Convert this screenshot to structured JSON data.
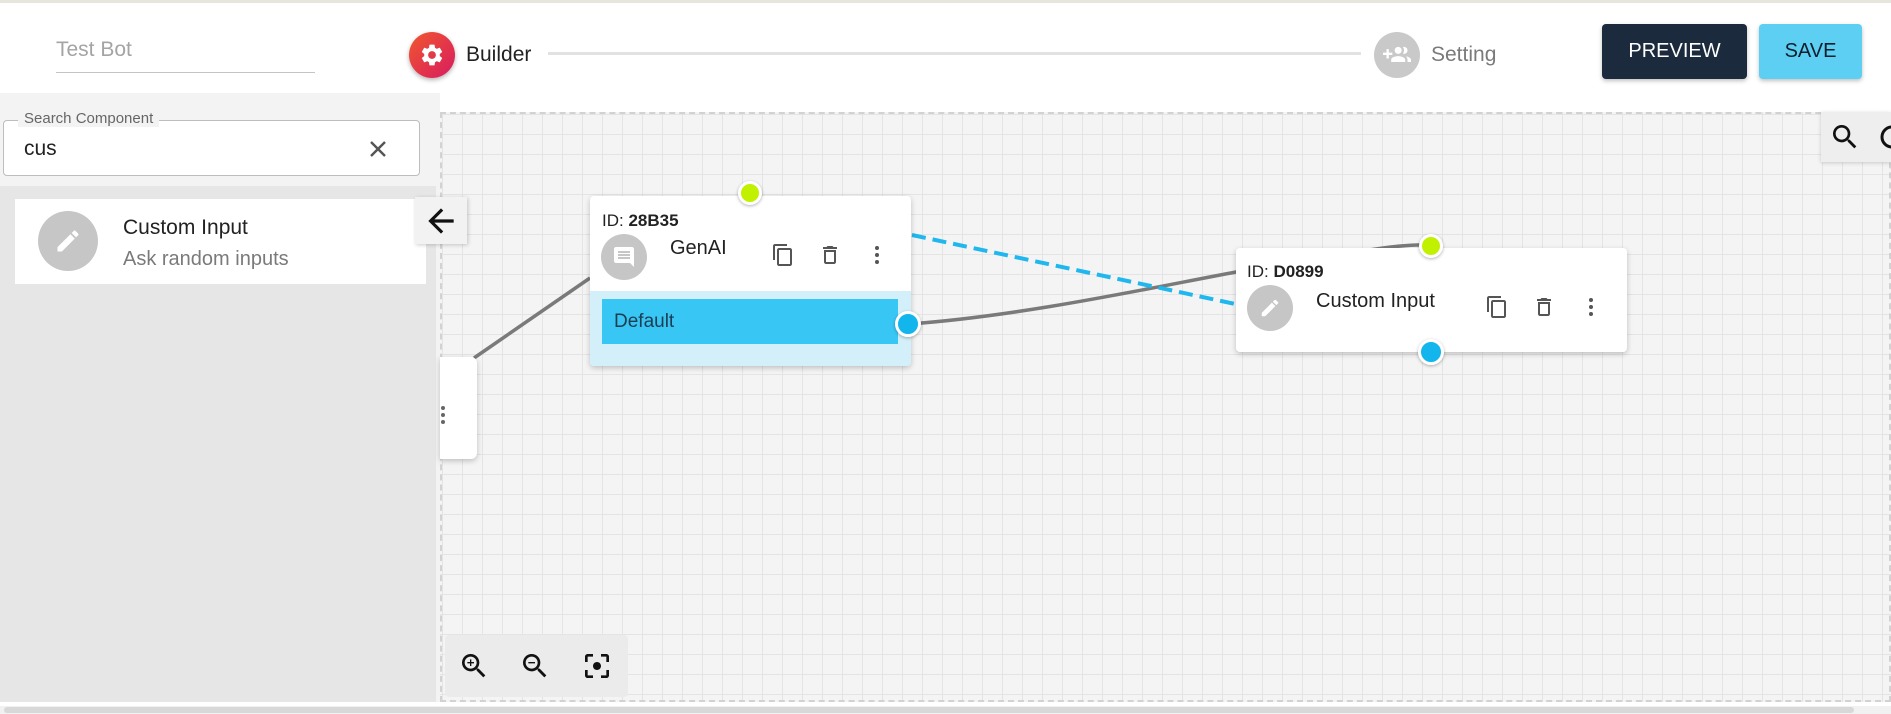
{
  "header": {
    "bot_name": "Test Bot",
    "steps": [
      {
        "label": "Builder",
        "icon": "gear-icon",
        "active": true
      },
      {
        "label": "Setting",
        "icon": "group-add-icon",
        "active": false
      }
    ],
    "preview_label": "PREVIEW",
    "save_label": "SAVE"
  },
  "sidebar": {
    "search_legend": "Search Component",
    "search_value": "cus",
    "results": [
      {
        "title": "Custom Input",
        "description": "Ask random inputs",
        "icon": "pencil-icon"
      }
    ]
  },
  "canvas": {
    "nodes": [
      {
        "id_prefix": "ID:",
        "id": "28B35",
        "title": "GenAI",
        "icon": "chat-icon",
        "output_label": "Default"
      },
      {
        "id_prefix": "ID:",
        "id": "D0899",
        "title": "Custom Input",
        "icon": "pencil-icon"
      }
    ]
  },
  "colors": {
    "primary_dark": "#1b2a3c",
    "accent": "#5ccff2",
    "port_in": "#c1f000",
    "port_out": "#12b5ec",
    "dashed_link": "#1fb7ee"
  }
}
